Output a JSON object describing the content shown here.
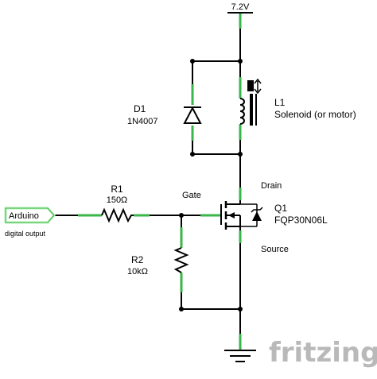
{
  "supply": {
    "label": "7.2V"
  },
  "input": {
    "label": "Arduino",
    "sublabel": "digital output"
  },
  "r1": {
    "ref": "R1",
    "value": "150Ω",
    "pin1": "1",
    "pin2": "2"
  },
  "r2": {
    "ref": "R2",
    "value": "10kΩ",
    "pin1": "1",
    "pin2": "2"
  },
  "d1": {
    "ref": "D1",
    "part": "1N4007"
  },
  "l1": {
    "ref": "L1",
    "part": "Solenoid (or motor)"
  },
  "q1": {
    "ref": "Q1",
    "part": "FQP30N06L",
    "gate": "Gate",
    "drain": "Drain",
    "source": "Source"
  },
  "logo": {
    "text": "fritzing"
  },
  "colors": {
    "wire": "#000000",
    "pin": "#3bb54a",
    "node": "#000000",
    "arrow_fill": "#b9f2b9",
    "logo": "#b9b9b9"
  }
}
